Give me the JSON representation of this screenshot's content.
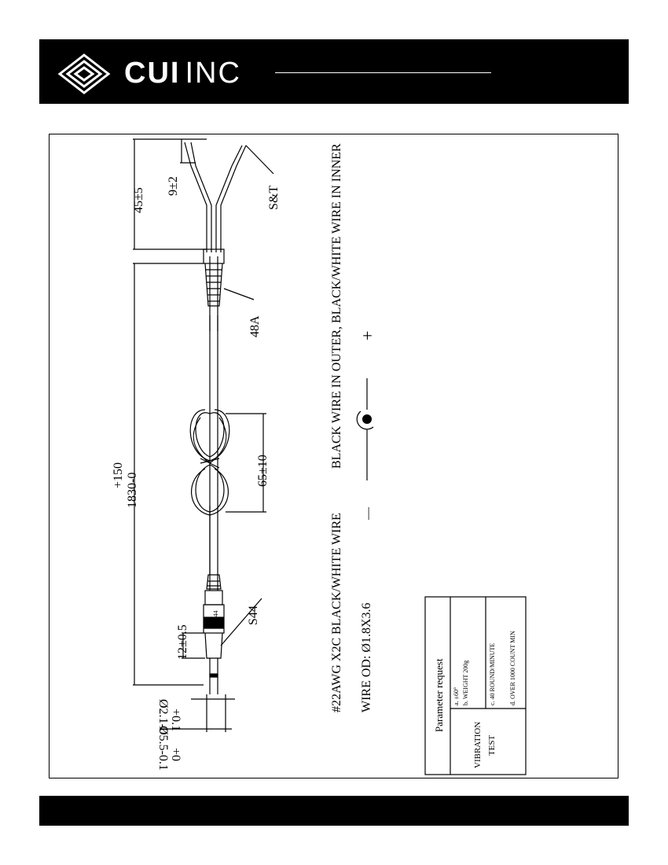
{
  "header": {
    "brand_bold": "CUI",
    "brand_light": "INC"
  },
  "drawing": {
    "dim_length_main": "1830-0",
    "dim_length_tol": "+150",
    "dim_split": "45±5",
    "dim_strip": "9±2",
    "label_st": "S&T",
    "label_strain_relief": "48A",
    "dim_coil": "65±10",
    "label_plug_code": "S44",
    "plug_marking": "S44",
    "dim_plug_length": "12±0.5",
    "dim_inner_dia": "Ø2.1-0",
    "dim_inner_tol": "+0.1",
    "dim_outer_dia": "Ø5.5-0.1",
    "dim_outer_tol": "+0",
    "spec_line_1a": "#22AWG X2C  BLACK/WHITE WIRE",
    "spec_line_1b": "BLACK WIRE IN OUTER,  BLACK/WHITE WIRE IN INNER",
    "spec_line_2": "WIRE OD:  Ø1.8X3.6",
    "polarity_minus": "—",
    "polarity_plus": "+"
  },
  "parameter_table": {
    "title": "Parameter  request",
    "test_label_1": "VIBRATION",
    "test_label_2": "TEST",
    "items": [
      "a. ±60°",
      "b. WEIGHT 200g",
      "c. 40 ROUND/MINUTE",
      "d. OVER 1000 COUNT MIN"
    ]
  }
}
